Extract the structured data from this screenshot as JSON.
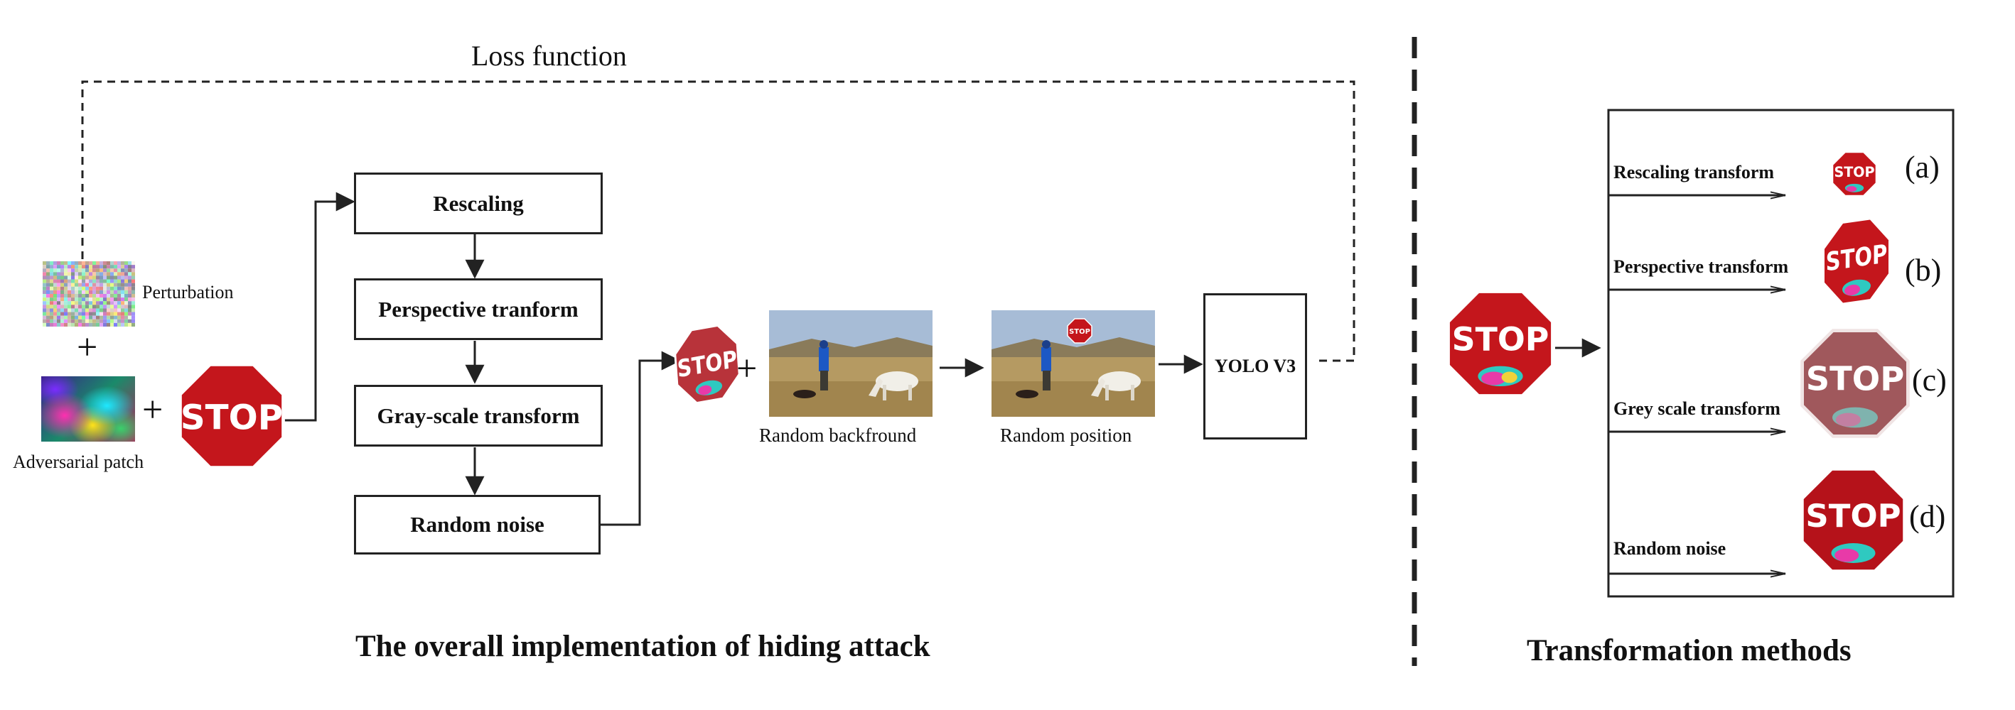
{
  "left_panel": {
    "loss_label": "Loss function",
    "perturbation_label": "Perturbation",
    "adversarial_label": "Adversarial patch",
    "plus": "+",
    "steps": [
      "Rescaling",
      "Perspective tranform",
      "Gray-scale transform",
      "Random noise"
    ],
    "random_background_label": "Random backfround",
    "random_position_label": "Random position",
    "detector_label": "YOLO V3",
    "caption": "The overall implementation of hiding attack"
  },
  "right_panel": {
    "caption": "Transformation methods",
    "methods": [
      {
        "label": "Rescaling transform",
        "letter": "(a)"
      },
      {
        "label": "Perspective transform",
        "letter": "(b)"
      },
      {
        "label": "Grey scale transform",
        "letter": "(c)"
      },
      {
        "label": "Random noise",
        "letter": "(d)"
      }
    ]
  },
  "sign_text": "STOP",
  "colors": {
    "sign_red": "#c4161c",
    "sign_grey": "#a0585c",
    "line": "#222222"
  }
}
